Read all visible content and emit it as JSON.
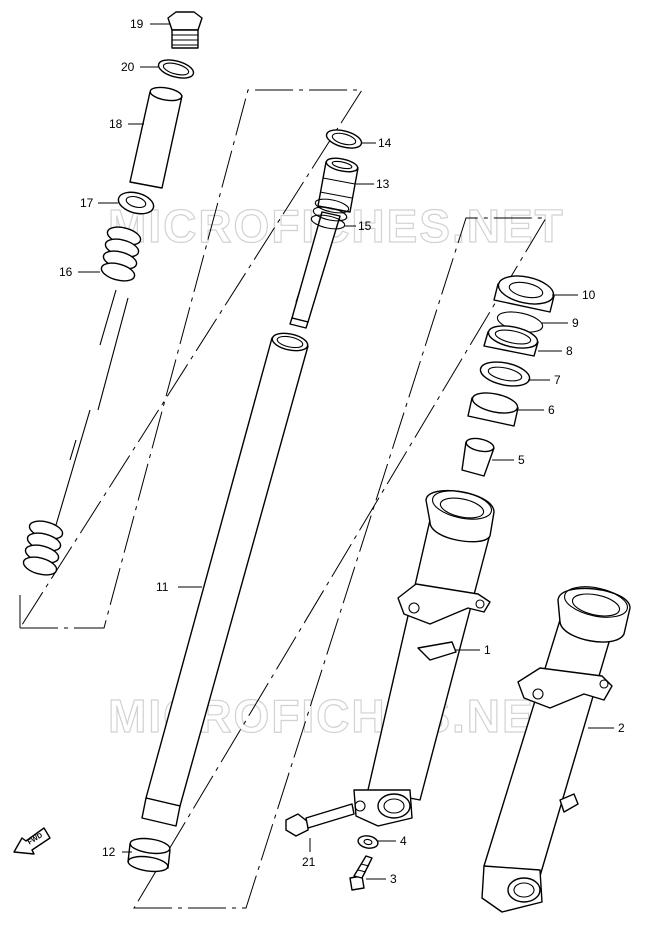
{
  "watermark": "MICROFICHES.NET",
  "direction_indicator": "FWD",
  "callouts": {
    "p1": "1",
    "p2": "2",
    "p3": "3",
    "p4": "4",
    "p5": "5",
    "p6": "6",
    "p7": "7",
    "p8": "8",
    "p9": "9",
    "p10": "10",
    "p11": "11",
    "p12": "12",
    "p13": "13",
    "p14": "14",
    "p15": "15",
    "p16": "16",
    "p17": "17",
    "p18": "18",
    "p19": "19",
    "p20": "20",
    "p21": "21"
  }
}
